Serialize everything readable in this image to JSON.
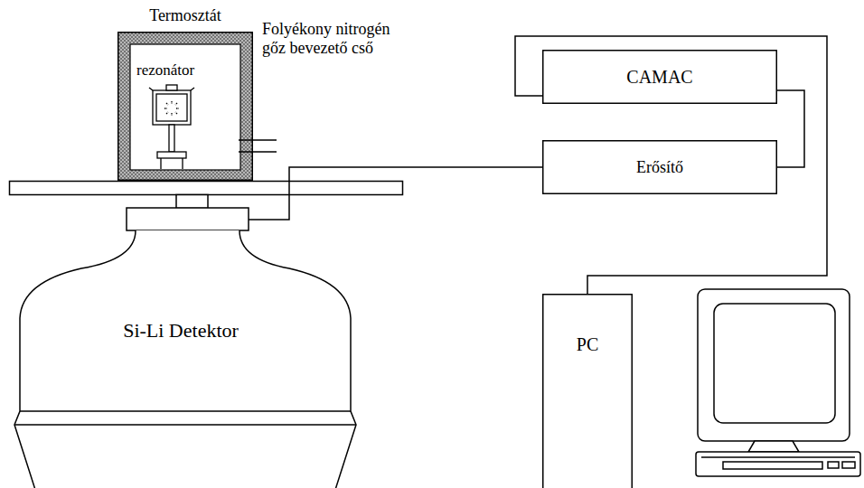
{
  "diagram": {
    "nodes": [
      {
        "text": [
          "Termosztát"
        ]
      },
      {
        "text": [
          "rezonátor"
        ],
        "in": 0
      },
      {
        "text": [
          "Si-Li Detektor"
        ]
      },
      {
        "text": [
          "CAMAC"
        ]
      },
      {
        "text": [
          "Erősítő"
        ]
      },
      {
        "text": [
          "PC"
        ]
      }
    ],
    "edges": [
      {
        "from": 2,
        "to": 4,
        "arrow": "none"
      },
      {
        "from": 4,
        "to": 3,
        "arrow": "none"
      },
      {
        "from": 3,
        "to": 5,
        "arrow": "none"
      }
    ],
    "labels": [
      "Folyékony nitrogén gőz bevezető cső"
    ]
  }
}
